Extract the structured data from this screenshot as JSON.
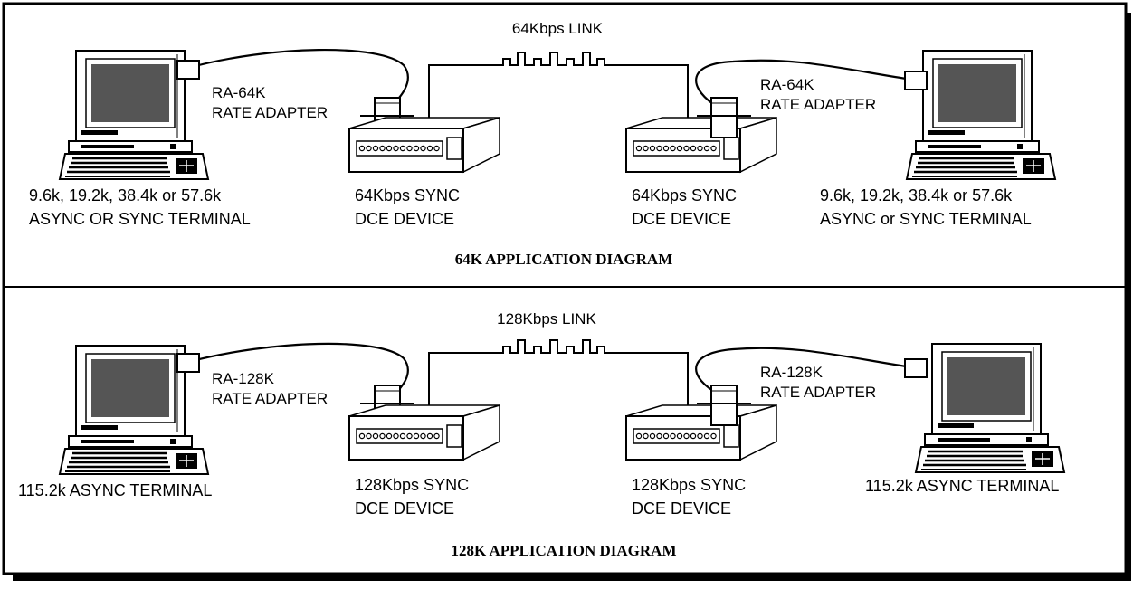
{
  "diagrams": [
    {
      "title": "64K APPLICATION DIAGRAM",
      "link": "64Kbps LINK",
      "left_adapter": [
        "RA-64K",
        "RATE ADAPTER"
      ],
      "right_adapter": [
        "RA-64K",
        "RATE ADAPTER"
      ],
      "left_terminal": [
        "9.6k, 19.2k, 38.4k or 57.6k",
        "ASYNC OR SYNC TERMINAL"
      ],
      "right_terminal": [
        "9.6k, 19.2k, 38.4k or 57.6k",
        "ASYNC or SYNC TERMINAL"
      ],
      "left_dce": [
        "64Kbps SYNC",
        "DCE DEVICE"
      ],
      "right_dce": [
        "64Kbps SYNC",
        "DCE DEVICE"
      ]
    },
    {
      "title": "128K APPLICATION DIAGRAM",
      "link": "128Kbps LINK",
      "left_adapter": [
        "RA-128K",
        "RATE ADAPTER"
      ],
      "right_adapter": [
        "RA-128K",
        "RATE ADAPTER"
      ],
      "left_terminal": [
        "115.2k ASYNC TERMINAL"
      ],
      "right_terminal": [
        "115.2k ASYNC TERMINAL"
      ],
      "left_dce": [
        "128Kbps SYNC",
        "DCE DEVICE"
      ],
      "right_dce": [
        "128Kbps SYNC",
        "DCE DEVICE"
      ]
    }
  ]
}
